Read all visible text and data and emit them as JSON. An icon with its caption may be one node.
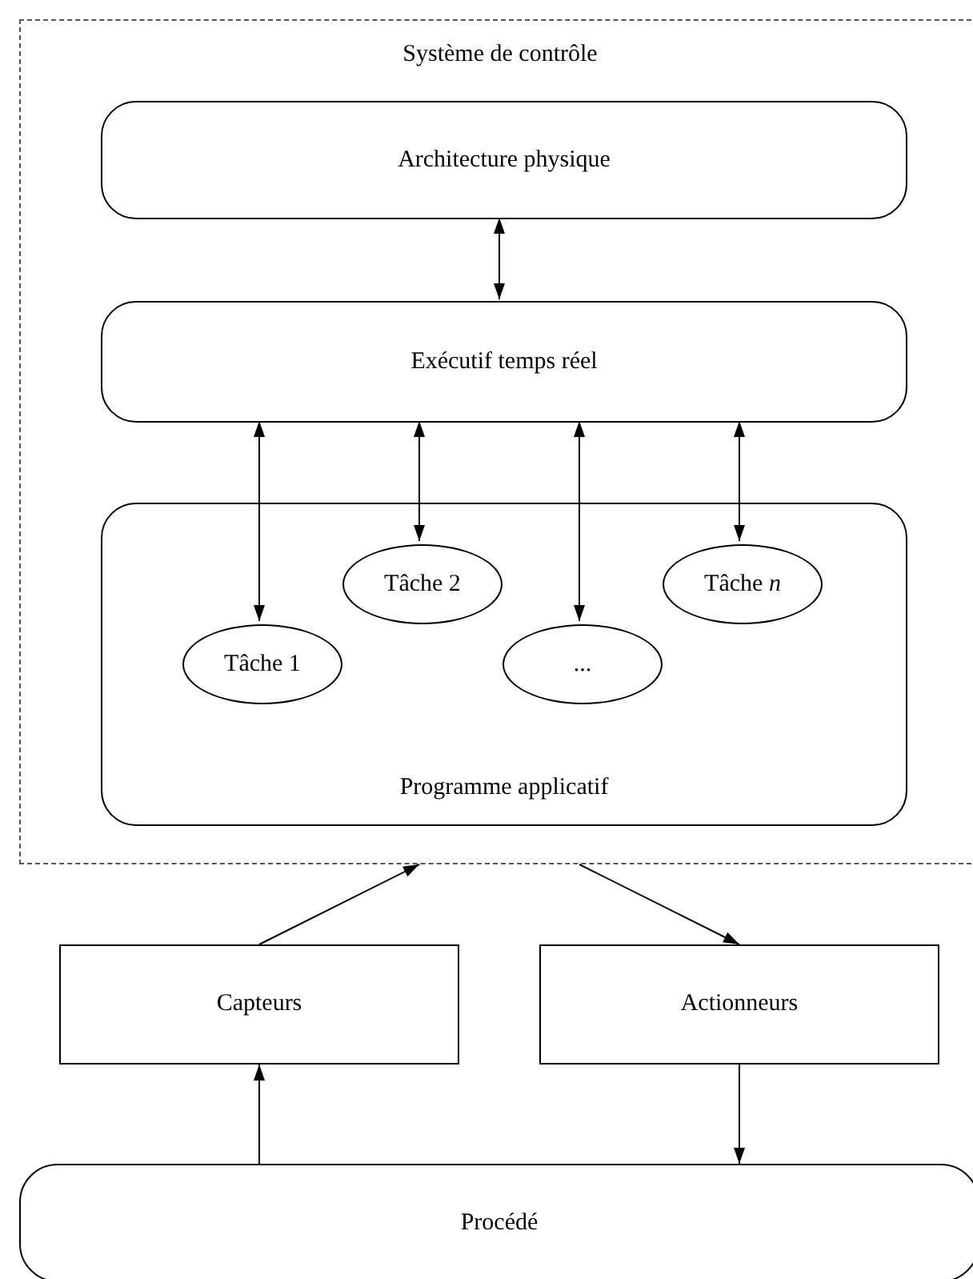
{
  "diagram": {
    "nodes": [
      {
        "text": [
          "Système de contrôle"
        ]
      },
      {
        "text": [
          "Architecture physique"
        ],
        "in": 0
      },
      {
        "text": [
          "Exécutif temps réel"
        ],
        "in": 0
      },
      {
        "text": [
          "Programme applicatif"
        ],
        "in": 0
      },
      {
        "text": [
          "Tâche 1"
        ],
        "in": 3
      },
      {
        "text": [
          "Tâche 2"
        ],
        "in": 3
      },
      {
        "text": [
          "..."
        ],
        "in": 3
      },
      {
        "text": [
          "Tâche *n*"
        ],
        "in": 3
      },
      {
        "text": [
          "Capteurs"
        ]
      },
      {
        "text": [
          "Actionneurs"
        ]
      },
      {
        "text": [
          "Procédé"
        ]
      }
    ],
    "edges": [
      {
        "from": 1,
        "to": 2,
        "arrow": "both"
      },
      {
        "from": 2,
        "to": 4,
        "arrow": "both"
      },
      {
        "from": 2,
        "to": 5,
        "arrow": "both"
      },
      {
        "from": 2,
        "to": 6,
        "arrow": "both"
      },
      {
        "from": 2,
        "to": 7,
        "arrow": "both"
      },
      {
        "from": 8,
        "to": 0,
        "arrow": "to"
      },
      {
        "from": 0,
        "to": 9,
        "arrow": "to"
      },
      {
        "from": 10,
        "to": 8,
        "arrow": "to"
      },
      {
        "from": 9,
        "to": 10,
        "arrow": "to"
      }
    ]
  }
}
